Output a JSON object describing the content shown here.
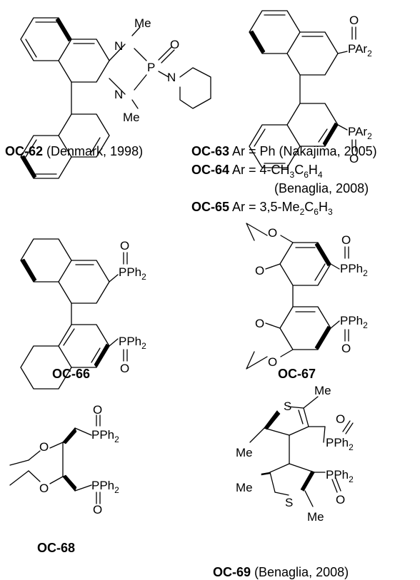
{
  "compounds": {
    "oc62": {
      "code": "OC-62",
      "ref": " (Denmark, 1998)",
      "atoms": {
        "n1": "N",
        "n2": "N",
        "p": "P",
        "o": "O",
        "n3": "N",
        "me1": "Me",
        "me2": "Me"
      }
    },
    "oc63_65": {
      "atoms": {
        "o1": "O",
        "p1": "PAr",
        "s1": "2",
        "p2": "PAr",
        "s2": "2",
        "o2": "O"
      },
      "lines": [
        {
          "code": "OC-63",
          "text": " Ar = Ph (Nakajima, 2005)"
        },
        {
          "code": "OC-64",
          "text": " Ar = 4-CH",
          "s1": "3",
          "mid": "C",
          "s2": "6",
          "mid2": "H",
          "s3": "4"
        },
        {
          "text": "(Benaglia, 2008)"
        },
        {
          "code": "OC-65",
          "text": " Ar = 3,5-Me",
          "s1": "2",
          "mid": "C",
          "s2": "6",
          "mid2": "H",
          "s3": "3"
        }
      ]
    },
    "oc66": {
      "code": "OC-66",
      "atoms": {
        "o1": "O",
        "p1": "PPh",
        "s1": "2",
        "p2": "PPh",
        "s2": "2",
        "o2": "O"
      }
    },
    "oc67": {
      "code": "OC-67",
      "atoms": {
        "oa": "O",
        "ob": "O",
        "oc": "O",
        "od": "O",
        "o1": "O",
        "p1": "PPh",
        "s1": "2",
        "p2": "PPh",
        "s2": "2",
        "o2": "O"
      }
    },
    "oc68": {
      "code": "OC-68",
      "atoms": {
        "oa": "O",
        "ob": "O",
        "o1": "O",
        "p1": "PPh",
        "s1": "2",
        "p2": "PPh",
        "s2": "2",
        "o2": "O"
      }
    },
    "oc69": {
      "code": "OC-69",
      "ref": " (Benaglia, 2008)",
      "atoms": {
        "sa": "S",
        "sb": "S",
        "me1": "Me",
        "me2": "Me",
        "me3": "Me",
        "me4": "Me",
        "o1": "O",
        "p1": "PPh",
        "s1": "2",
        "p2": "PPh",
        "s2": "2",
        "o2": "O"
      }
    }
  }
}
